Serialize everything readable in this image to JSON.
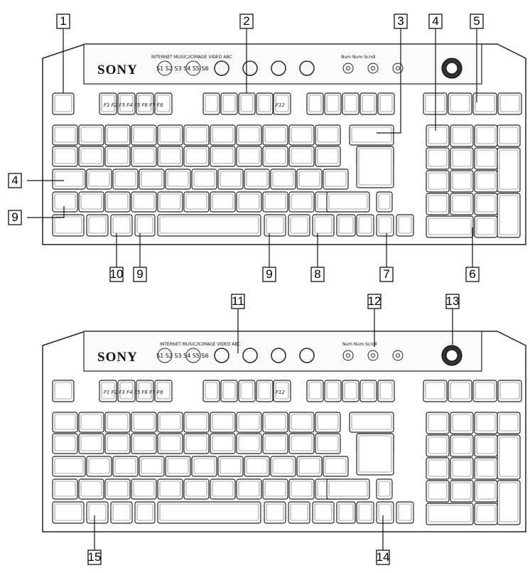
{
  "brand": "SONY",
  "top_keyboard": {
    "panel_line": "INTERNET MUSIC/ICIMAGE VIDEO ABC",
    "s_keys": "S1 S2 S3 S4 S5 S6",
    "indicator_text": "Num Num Scroll"
  },
  "bottom_keyboard": {
    "panel_line": "INTERNET MUSIC/ICIMAGE VIDEO ABC",
    "s_keys": "S1 S2 S3 S4 S5 S6",
    "indicator_text": "Num Num Scroll"
  },
  "fkeys": "F1 F2 F3 F4 F5 F6 F7 F8",
  "f12": "F12",
  "callouts": [
    "1",
    "2",
    "3",
    "4",
    "5",
    "4",
    "9",
    "9",
    "10",
    "9",
    "9",
    "8",
    "7",
    "6",
    "11",
    "12",
    "13",
    "15",
    "14"
  ],
  "colors": {
    "ink": "#1a1a1a",
    "fill": "#ffffff",
    "panel": "#f6f6f6"
  }
}
